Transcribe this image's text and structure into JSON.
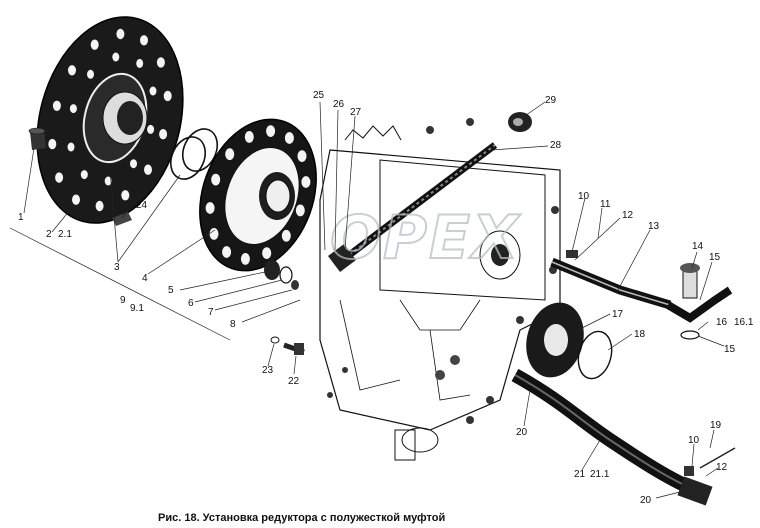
{
  "caption": "Рис. 18. Установка редуктора с полужесткой муфтой",
  "watermark": "OPEX",
  "callouts": [
    {
      "id": "c1",
      "text": "1"
    },
    {
      "id": "c2",
      "text": "2"
    },
    {
      "id": "c2_1",
      "text": "2.1"
    },
    {
      "id": "c3",
      "text": "3"
    },
    {
      "id": "c4",
      "text": "4"
    },
    {
      "id": "c5",
      "text": "5"
    },
    {
      "id": "c6",
      "text": "6"
    },
    {
      "id": "c7",
      "text": "7"
    },
    {
      "id": "c8",
      "text": "8"
    },
    {
      "id": "c9",
      "text": "9"
    },
    {
      "id": "c9_1",
      "text": "9.1"
    },
    {
      "id": "c10a",
      "text": "10"
    },
    {
      "id": "c10b",
      "text": "10"
    },
    {
      "id": "c11",
      "text": "11"
    },
    {
      "id": "c12a",
      "text": "12"
    },
    {
      "id": "c12b",
      "text": "12"
    },
    {
      "id": "c13",
      "text": "13"
    },
    {
      "id": "c14",
      "text": "14"
    },
    {
      "id": "c15a",
      "text": "15"
    },
    {
      "id": "c15b",
      "text": "15"
    },
    {
      "id": "c16",
      "text": "16"
    },
    {
      "id": "c16_1",
      "text": "16.1"
    },
    {
      "id": "c17",
      "text": "17"
    },
    {
      "id": "c18",
      "text": "18"
    },
    {
      "id": "c19",
      "text": "19"
    },
    {
      "id": "c20a",
      "text": "20"
    },
    {
      "id": "c20b",
      "text": "20"
    },
    {
      "id": "c21",
      "text": "21"
    },
    {
      "id": "c21_1",
      "text": "21.1"
    },
    {
      "id": "c22",
      "text": "22"
    },
    {
      "id": "c23",
      "text": "23"
    },
    {
      "id": "c24",
      "text": "24"
    },
    {
      "id": "c25",
      "text": "25"
    },
    {
      "id": "c26",
      "text": "26"
    },
    {
      "id": "c27",
      "text": "27"
    },
    {
      "id": "c28",
      "text": "28"
    },
    {
      "id": "c29",
      "text": "29"
    }
  ]
}
